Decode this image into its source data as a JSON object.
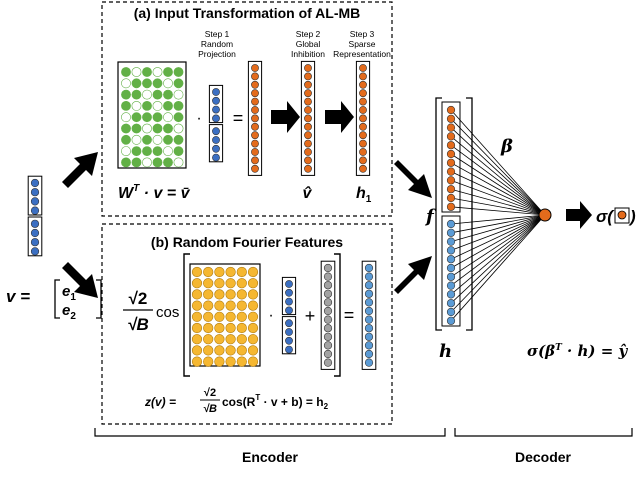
{
  "panel_a": {
    "title": "(a) Input Transformation of AL-MB",
    "step1": [
      "Step 1",
      "Random",
      "Projection"
    ],
    "step2": [
      "Step 2",
      "Global",
      "Inhibition"
    ],
    "step3": [
      "Step 3",
      "Sparse",
      "Representation"
    ],
    "dot_op": "·",
    "eq": "=",
    "equation_left": "W",
    "equation_left_sup": "T",
    "equation_mid": " · v = ",
    "equation_vbar": "v̄",
    "label_vhat": "v̂",
    "label_h1": "h",
    "label_h1_sub": "1"
  },
  "panel_b": {
    "title": "(b) Random Fourier Features",
    "coef_num": "√2",
    "coef_den": "√B",
    "cos": "cos",
    "dot_op": "·",
    "plus": "+",
    "eq": "=",
    "formula_lhs": "z(v) =",
    "formula_num": "√2",
    "formula_den": "√B",
    "formula_rhs": "cos(R",
    "formula_sup": "T",
    "formula_tail": " · v + b) = h",
    "formula_sub": "2"
  },
  "input": {
    "v_label": "v =",
    "e1": "e",
    "e1_sub": "1",
    "e2": "e",
    "e2_sub": "2"
  },
  "hidden": {
    "f_label": "f",
    "h_label": "h",
    "beta_label": "β"
  },
  "output": {
    "sigma_label": "σ(",
    "sigma_close": ")",
    "formula": "σ(β",
    "formula_sup": "T",
    "formula_tail": " · h) = ŷ"
  },
  "sections": {
    "encoder": "Encoder",
    "decoder": "Decoder"
  },
  "colors": {
    "green": "#62b046",
    "blue": "#3b6fc2",
    "orange": "#e36b1c",
    "yellow": "#f5b731",
    "gray": "#a3a3a3",
    "lightblue": "#5b9bd5"
  }
}
